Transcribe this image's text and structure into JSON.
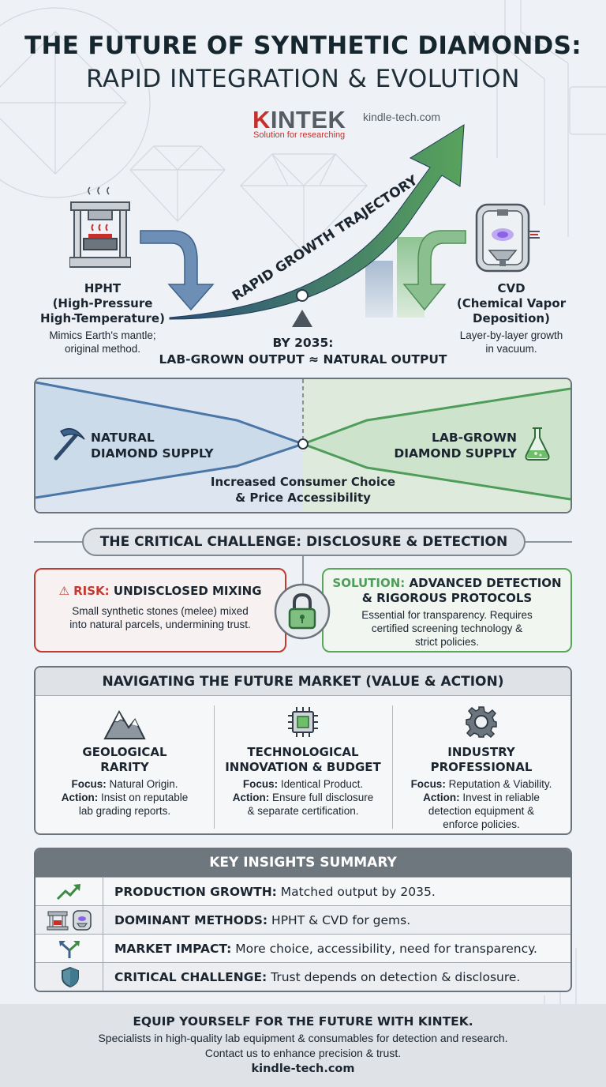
{
  "header": {
    "title_line1": "THE FUTURE OF SYNTHETIC DIAMONDS:",
    "title_line2": "RAPID INTEGRATION & EVOLUTION",
    "logo_k": "K",
    "logo_rest": "INTEK",
    "logo_tagline": "Solution for researching",
    "website": "kindle-tech.com"
  },
  "trajectory": {
    "arrow_label": "RAPID GROWTH TRAJECTORY",
    "milestone_line1": "BY 2035:",
    "milestone_line2": "LAB-GROWN OUTPUT ≈ NATURAL OUTPUT"
  },
  "methods": {
    "hpht": {
      "title1": "HPHT",
      "title2": "(High-Pressure",
      "title3": "High-Temperature)",
      "desc1": "Mimics Earth's mantle;",
      "desc2": "original method.",
      "icon": "press-icon"
    },
    "cvd": {
      "title1": "CVD",
      "title2": "(Chemical Vapor",
      "title3": "Deposition)",
      "desc1": "Layer-by-layer growth",
      "desc2": "in vacuum.",
      "icon": "reactor-icon"
    }
  },
  "supply": {
    "natural_line1": "NATURAL",
    "natural_line2": "DIAMOND SUPPLY",
    "lab_line1": "LAB-GROWN",
    "lab_line2": "DIAMOND SUPPLY",
    "consumer_line1": "Increased Consumer Choice",
    "consumer_line2": "& Price Accessibility"
  },
  "challenge": {
    "title": "THE CRITICAL CHALLENGE: DISCLOSURE & DETECTION",
    "risk_prefix": "RISK:",
    "risk_head": "UNDISCLOSED MIXING",
    "risk_text1": "Small synthetic stones (melee) mixed",
    "risk_text2": "into natural parcels, undermining trust.",
    "solution_prefix": "SOLUTION:",
    "solution_head1": "ADVANCED DETECTION",
    "solution_head2": "& RIGOROUS PROTOCOLS",
    "solution_text1": "Essential for transparency. Requires",
    "solution_text2": "certified screening technology &",
    "solution_text3": "strict policies."
  },
  "navigating": {
    "title": "NAVIGATING THE FUTURE MARKET (VALUE & ACTION)",
    "focus_label": "Focus:",
    "action_label": "Action:",
    "columns": [
      {
        "icon": "mountain-icon",
        "title1": "GEOLOGICAL",
        "title2": "RARITY",
        "focus": "Natural Origin.",
        "action1": "Insist on reputable",
        "action2": "lab grading reports.",
        "action3": ""
      },
      {
        "icon": "chip-icon",
        "title1": "TECHNOLOGICAL",
        "title2": "INNOVATION & BUDGET",
        "focus": "Identical Product.",
        "action1": "Ensure full disclosure",
        "action2": "& separate certification.",
        "action3": ""
      },
      {
        "icon": "gear-icon",
        "title1": "INDUSTRY",
        "title2": "PROFESSIONAL",
        "focus": "Reputation & Viability.",
        "action1": "Invest in reliable",
        "action2": "detection equipment &",
        "action3": "enforce policies."
      }
    ]
  },
  "insights": {
    "title": "KEY INSIGHTS SUMMARY",
    "rows": [
      {
        "icon": "trend-up-icon",
        "label": "PRODUCTION GROWTH:",
        "text": "Matched output by 2035."
      },
      {
        "icon": "methods-icon",
        "label": "DOMINANT METHODS:",
        "text": "HPHT & CVD for gems."
      },
      {
        "icon": "split-arrows-icon",
        "label": "MARKET IMPACT:",
        "text": "More choice, accessibility, need for transparency."
      },
      {
        "icon": "shield-icon",
        "label": "CRITICAL CHALLENGE:",
        "text": "Trust depends on detection & disclosure."
      }
    ]
  },
  "footer": {
    "line1": "EQUIP YOURSELF FOR THE FUTURE WITH KINTEK.",
    "line2": "Specialists in high-quality lab equipment & consumables for detection and research.",
    "line3": "Contact us to enhance precision & trust.",
    "line4": "kindle-tech.com"
  },
  "colors": {
    "natural_blue": "#4a77a8",
    "lab_green": "#4f9d5a",
    "risk_red": "#c23b33",
    "brand_red": "#c7302a"
  }
}
